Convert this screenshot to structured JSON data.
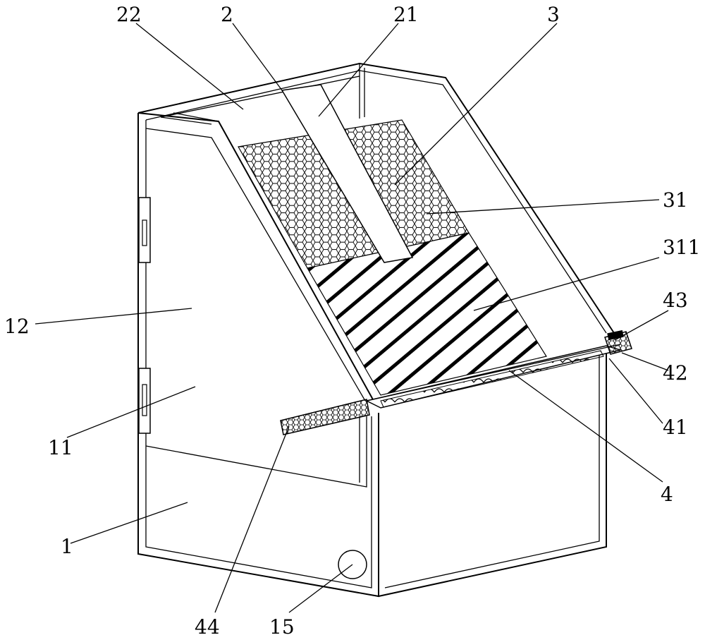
{
  "diagram": {
    "labels": {
      "l22": "22",
      "l2": "2",
      "l21": "21",
      "l3": "3",
      "l31": "31",
      "l311": "311",
      "l43": "43",
      "l42": "42",
      "l41": "41",
      "l4": "4",
      "l12": "12",
      "l11": "11",
      "l1": "1",
      "l44": "44",
      "l15": "15"
    }
  }
}
